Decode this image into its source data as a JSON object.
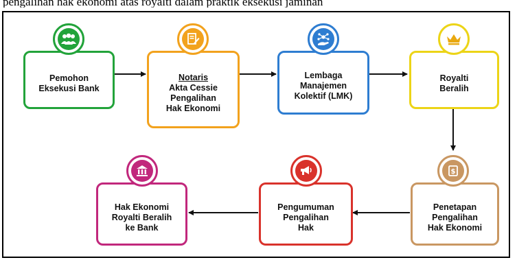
{
  "caption": "pengalihan hak ekonomi atas royalti dalam praktik eksekusi jaminan",
  "nodes": {
    "pemohon": {
      "lines": [
        "Pemohon",
        "Eksekusi Bank"
      ],
      "color": "#22a33a",
      "icon": "people-icon"
    },
    "notaris": {
      "heading": "Notaris",
      "lines": [
        "Akta Cessie",
        "Pengalihan",
        "Hak Ekonomi"
      ],
      "color": "#f2a21d",
      "icon": "document-pen-icon"
    },
    "lmk": {
      "lines": [
        "Lembaga",
        "Manajemen",
        "Kolektif (LMK)"
      ],
      "color": "#2e7dd1",
      "icon": "network-hand-icon"
    },
    "royalti": {
      "lines": [
        "Royalti",
        "Beralih"
      ],
      "color": "#ecd417",
      "icon": "crown-icon"
    },
    "penetapan": {
      "lines": [
        "Penetapan",
        "Pengalihan",
        "Hak Ekonomi"
      ],
      "color": "#c99762",
      "icon": "money-icon"
    },
    "pengumuman": {
      "lines": [
        "Pengumuman",
        "Pengalihan",
        "Hak"
      ],
      "color": "#d9322b",
      "icon": "megaphone-icon"
    },
    "hak": {
      "lines": [
        "Hak Ekonomi",
        "Royalti Beralih",
        "ke Bank"
      ],
      "color": "#c1277c",
      "icon": "bank-icon"
    }
  }
}
